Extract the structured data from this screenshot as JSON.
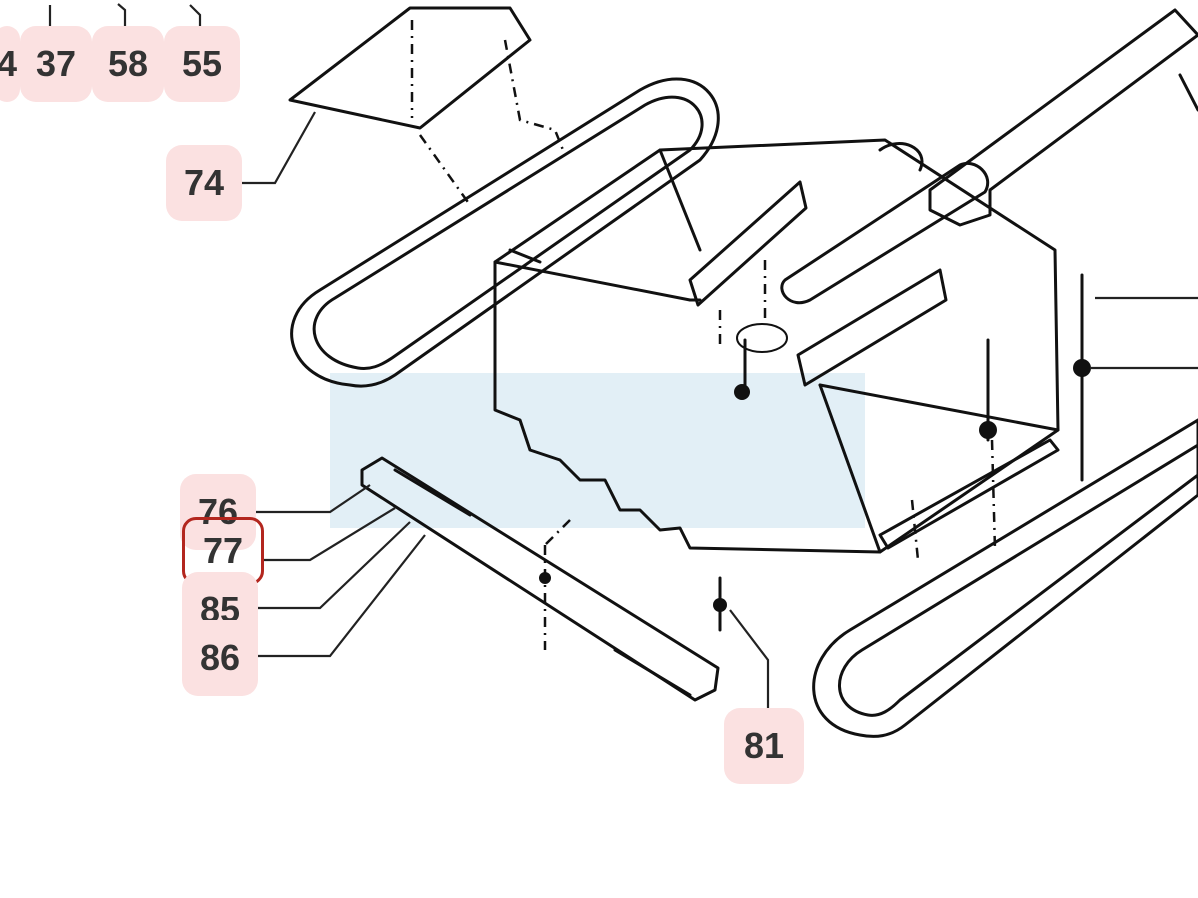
{
  "callouts": [
    {
      "id": "p4",
      "label": "4"
    },
    {
      "id": "p37",
      "label": "37"
    },
    {
      "id": "p58",
      "label": "58"
    },
    {
      "id": "p55",
      "label": "55"
    },
    {
      "id": "p74",
      "label": "74"
    },
    {
      "id": "p76",
      "label": "76"
    },
    {
      "id": "p77",
      "label": "77",
      "selected": true
    },
    {
      "id": "p85",
      "label": "85"
    },
    {
      "id": "p86",
      "label": "86"
    },
    {
      "id": "p81",
      "label": "81"
    }
  ],
  "colors": {
    "highlight": "#fbe1e1",
    "selection_border": "#b3261e",
    "watermark": "#e2eff6",
    "ink": "#111111"
  }
}
